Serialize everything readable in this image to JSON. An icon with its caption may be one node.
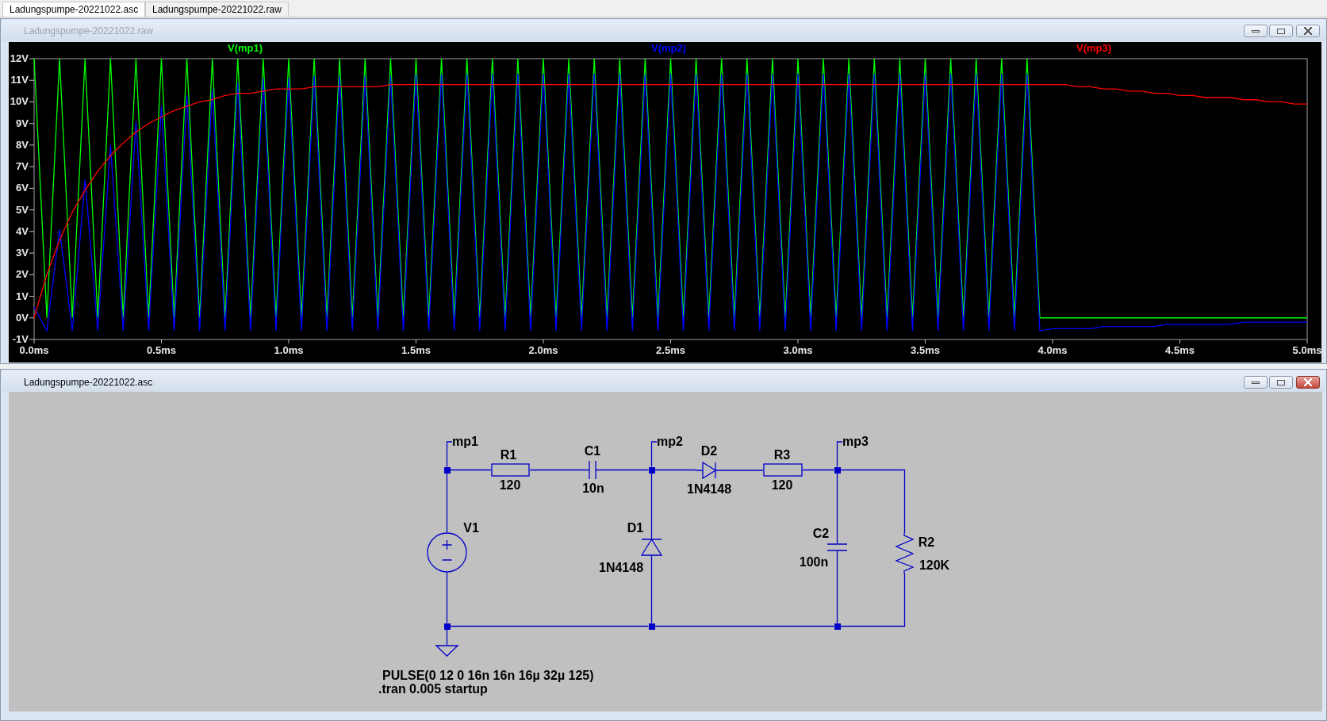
{
  "diagram": {
    "nodes": [
      {
        "text": [
          "mp1"
        ]
      },
      {
        "text": [
          "mp2"
        ]
      },
      {
        "text": [
          "mp3"
        ]
      },
      {
        "text": [],
        "shape": "dot"
      },
      {
        "text": [
          "R1",
          "120"
        ]
      },
      {
        "text": [
          "C1",
          "10n"
        ]
      },
      {
        "text": [],
        "shape": "dot"
      },
      {
        "text": [
          "D2",
          "1N4148"
        ]
      },
      {
        "text": [
          "R3",
          "120"
        ]
      },
      {
        "text": [],
        "shape": "dot"
      },
      {
        "text": [
          "V1"
        ]
      },
      {
        "text": [
          "D1",
          "1N4148"
        ]
      },
      {
        "text": [
          "C2",
          "100n"
        ]
      },
      {
        "text": [
          "R2",
          "120K"
        ]
      },
      {
        "text": [],
        "shape": "dot"
      },
      {
        "text": [],
        "shape": "dot"
      },
      {
        "text": [],
        "shape": "dot"
      },
      {
        "text": [],
        "shape": "triangle"
      }
    ],
    "edges": [
      {
        "from": 3,
        "to": 0,
        "arrow": "none"
      },
      {
        "from": 3,
        "to": 4,
        "arrow": "none"
      },
      {
        "from": 4,
        "to": 5,
        "arrow": "none"
      },
      {
        "from": 5,
        "to": 6,
        "arrow": "none"
      },
      {
        "from": 6,
        "to": 1,
        "arrow": "none"
      },
      {
        "from": 6,
        "to": 7,
        "arrow": "none"
      },
      {
        "from": 7,
        "to": 8,
        "arrow": "none"
      },
      {
        "from": 8,
        "to": 9,
        "arrow": "none"
      },
      {
        "from": 9,
        "to": 2,
        "arrow": "none"
      },
      {
        "from": 9,
        "to": 13,
        "arrow": "none"
      },
      {
        "from": 3,
        "to": 10,
        "arrow": "none"
      },
      {
        "from": 10,
        "to": 14,
        "arrow": "none"
      },
      {
        "from": 14,
        "to": 17,
        "arrow": "none"
      },
      {
        "from": 14,
        "to": 15,
        "arrow": "none"
      },
      {
        "from": 6,
        "to": 11,
        "arrow": "none"
      },
      {
        "from": 11,
        "to": 15,
        "arrow": "none"
      },
      {
        "from": 15,
        "to": 16,
        "arrow": "none"
      },
      {
        "from": 9,
        "to": 12,
        "arrow": "none"
      },
      {
        "from": 12,
        "to": 16,
        "arrow": "none"
      },
      {
        "from": 16,
        "to": 13,
        "arrow": "none"
      }
    ],
    "labels": [
      "Ladungspumpe-20221022.asc",
      "Ladungspumpe-20221022.raw",
      "Ladungspumpe-20221022.raw",
      "Ladungspumpe-20221022.asc",
      "PULSE(0 12 0 16n 16n 16µ 32µ 125)",
      ".tran 0.005 startup"
    ],
    "chart_data": {
      "type": "line",
      "xlim": [
        0,
        5
      ],
      "ylim": [
        -1,
        12
      ],
      "xticks": [
        {
          "value": 0,
          "label": "0.0ms"
        },
        {
          "value": 0.5,
          "label": "0.5ms"
        },
        {
          "value": 1,
          "label": "1.0ms"
        },
        {
          "value": 1.5,
          "label": "1.5ms"
        },
        {
          "value": 2,
          "label": "2.0ms"
        },
        {
          "value": 2.5,
          "label": "2.5ms"
        },
        {
          "value": 3,
          "label": "3.0ms"
        },
        {
          "value": 3.5,
          "label": "3.5ms"
        },
        {
          "value": 4,
          "label": "4.0ms"
        },
        {
          "value": 4.5,
          "label": "4.5ms"
        },
        {
          "value": 5,
          "label": "5.0ms"
        }
      ],
      "yticks": [
        {
          "value": 12,
          "label": "12V"
        },
        {
          "value": 11,
          "label": "11V"
        },
        {
          "value": 10,
          "label": "10V"
        },
        {
          "value": 9,
          "label": "9V"
        },
        {
          "value": 8,
          "label": "8V"
        },
        {
          "value": 7,
          "label": "7V"
        },
        {
          "value": 6,
          "label": "6V"
        },
        {
          "value": 5,
          "label": "5V"
        },
        {
          "value": 4,
          "label": "4V"
        },
        {
          "value": 3,
          "label": "3V"
        },
        {
          "value": 2,
          "label": "2V"
        },
        {
          "value": 1,
          "label": "1V"
        },
        {
          "value": 0,
          "label": "0V"
        },
        {
          "value": -1,
          "label": "-1V"
        }
      ],
      "x": [
        0,
        0.05,
        0.1,
        0.15,
        0.2,
        0.25,
        0.3,
        0.35,
        0.4,
        0.45,
        0.5,
        0.55,
        0.6,
        0.65,
        0.7,
        0.75,
        0.8,
        0.85,
        0.9,
        0.95,
        1,
        1.05,
        1.1,
        1.15,
        1.2,
        1.25,
        1.3,
        1.35,
        1.4,
        1.45,
        1.5,
        1.55,
        1.6,
        1.65,
        1.7,
        1.75,
        1.8,
        1.85,
        1.9,
        1.95,
        2,
        2.05,
        2.1,
        2.15,
        2.2,
        2.25,
        2.3,
        2.35,
        2.4,
        2.45,
        2.5,
        2.55,
        2.6,
        2.65,
        2.7,
        2.75,
        2.8,
        2.85,
        2.9,
        2.95,
        3,
        3.05,
        3.1,
        3.15,
        3.2,
        3.25,
        3.3,
        3.35,
        3.4,
        3.45,
        3.5,
        3.55,
        3.6,
        3.65,
        3.7,
        3.75,
        3.8,
        3.85,
        3.9,
        3.95,
        4,
        4.05,
        4.1,
        4.15,
        4.2,
        4.25,
        4.3,
        4.35,
        4.4,
        4.45,
        4.5,
        4.55,
        4.6,
        4.65,
        4.7,
        4.75,
        4.8,
        4.85,
        4.9,
        4.95,
        5
      ],
      "series": [
        {
          "name": "V(mp1)",
          "color": "#00ff00",
          "values": [
            12,
            0,
            12,
            0,
            12,
            0,
            12,
            0,
            12,
            0,
            12,
            0,
            12,
            0,
            12,
            0,
            12,
            0,
            12,
            0,
            12,
            0,
            12,
            0,
            12,
            0,
            12,
            0,
            12,
            0,
            12,
            0,
            12,
            0,
            12,
            0,
            12,
            0,
            12,
            0,
            12,
            0,
            12,
            0,
            12,
            0,
            12,
            0,
            12,
            0,
            12,
            0,
            12,
            0,
            12,
            0,
            12,
            0,
            12,
            0,
            12,
            0,
            12,
            0,
            12,
            0,
            12,
            0,
            12,
            0,
            12,
            0,
            12,
            0,
            12,
            0,
            12,
            0,
            12,
            0,
            0,
            0,
            0,
            0,
            0,
            0,
            0,
            0,
            0,
            0,
            0,
            0,
            0,
            0,
            0,
            0,
            0,
            0,
            0,
            0,
            0
          ]
        },
        {
          "name": "V(mp2)",
          "color": "#0000ff",
          "values": [
            0.5,
            -0.6,
            4.1,
            -0.6,
            6.4,
            -0.6,
            8.0,
            -0.6,
            9.1,
            -0.6,
            9.8,
            -0.6,
            10.3,
            -0.6,
            10.6,
            -0.6,
            10.9,
            -0.6,
            11.1,
            -0.6,
            11.1,
            -0.6,
            11.2,
            -0.6,
            11.2,
            -0.6,
            11.2,
            -0.6,
            11.2,
            -0.6,
            11.3,
            -0.6,
            11.3,
            -0.6,
            11.3,
            -0.6,
            11.3,
            -0.6,
            11.3,
            -0.6,
            11.3,
            -0.6,
            11.3,
            -0.6,
            11.3,
            -0.6,
            11.3,
            -0.6,
            11.3,
            -0.6,
            11.3,
            -0.6,
            11.3,
            -0.6,
            11.3,
            -0.6,
            11.3,
            -0.6,
            11.3,
            -0.6,
            11.3,
            -0.6,
            11.3,
            -0.6,
            11.3,
            -0.6,
            11.3,
            -0.6,
            11.3,
            -0.6,
            11.3,
            -0.6,
            11.3,
            -0.6,
            11.3,
            -0.6,
            11.3,
            -0.6,
            11.3,
            -0.6,
            -0.5,
            -0.5,
            -0.5,
            -0.5,
            -0.4,
            -0.4,
            -0.4,
            -0.4,
            -0.4,
            -0.3,
            -0.3,
            -0.3,
            -0.3,
            -0.3,
            -0.3,
            -0.2,
            -0.2,
            -0.2,
            -0.2,
            -0.2,
            -0.2
          ]
        },
        {
          "name": "V(mp3)",
          "color": "#ff0000",
          "values": [
            0,
            2.0,
            3.6,
            4.9,
            5.9,
            6.8,
            7.5,
            8.1,
            8.6,
            9.0,
            9.3,
            9.6,
            9.8,
            10.0,
            10.1,
            10.3,
            10.4,
            10.4,
            10.5,
            10.6,
            10.6,
            10.6,
            10.7,
            10.7,
            10.7,
            10.7,
            10.7,
            10.7,
            10.8,
            10.8,
            10.8,
            10.8,
            10.8,
            10.8,
            10.8,
            10.8,
            10.8,
            10.8,
            10.8,
            10.8,
            10.8,
            10.8,
            10.8,
            10.8,
            10.8,
            10.8,
            10.8,
            10.8,
            10.8,
            10.8,
            10.8,
            10.8,
            10.8,
            10.8,
            10.8,
            10.8,
            10.8,
            10.8,
            10.8,
            10.8,
            10.8,
            10.8,
            10.8,
            10.8,
            10.8,
            10.8,
            10.8,
            10.8,
            10.8,
            10.8,
            10.8,
            10.8,
            10.8,
            10.8,
            10.8,
            10.8,
            10.8,
            10.8,
            10.8,
            10.8,
            10.8,
            10.8,
            10.7,
            10.7,
            10.6,
            10.6,
            10.5,
            10.5,
            10.4,
            10.4,
            10.3,
            10.3,
            10.2,
            10.2,
            10.2,
            10.1,
            10.1,
            10.0,
            10.0,
            9.9,
            9.9
          ]
        }
      ]
    }
  }
}
